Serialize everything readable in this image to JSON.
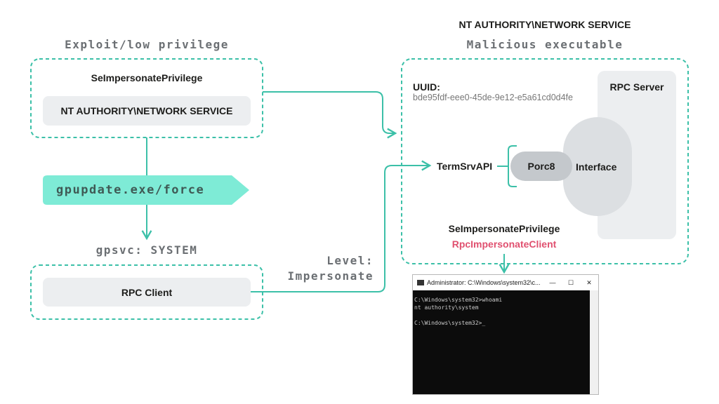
{
  "header": {
    "top_title": "NT AUTHORITY\\NETWORK SERVICE",
    "left_heading": "Exploit/low privilege",
    "right_heading": "Malicious executable"
  },
  "left": {
    "privilege": "SeImpersonatePrivilege",
    "account": "NT AUTHORITY\\NETWORK SERVICE",
    "command": "gpupdate.exe/force",
    "service": "gpsvc: SYSTEM",
    "client": "RPC Client",
    "level_line1": "Level:",
    "level_line2": "Impersonate"
  },
  "right": {
    "uuid_label": "UUID:",
    "uuid_value": "bde95fdf-eee0-45de-9e12-e5a61cd0d4fe",
    "server": "RPC Server",
    "api": "TermSrvAPI",
    "method": "Porc8",
    "interface": "Interface",
    "privilege": "SeImpersonatePrivilege",
    "call": "RpcImpersonateClient"
  },
  "terminal": {
    "title": "Administrator: C:\\Windows\\system32\\c...",
    "minimize": "—",
    "maximize": "☐",
    "close": "✕",
    "lines": "C:\\Windows\\system32>whoami\nnt authority\\system\n\nC:\\Windows\\system32>_"
  },
  "colors": {
    "accent": "#3cc0a8",
    "accent_fill": "#7eebd6",
    "call": "#e0506f"
  }
}
